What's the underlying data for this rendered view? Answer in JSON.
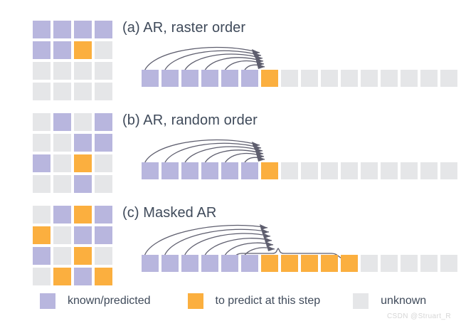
{
  "figure": {
    "watermark": "CSDN @Struart_R",
    "colors": {
      "known": "#b8b6de",
      "predict": "#fbaf3f",
      "unknown": "#e5e6e8",
      "text": "#3f4a5a",
      "arrow": "#5e5e6e"
    }
  },
  "panels": [
    {
      "id": "a",
      "title": "(a) AR, raster order",
      "grid": [
        [
          "known",
          "known",
          "known",
          "known"
        ],
        [
          "known",
          "known",
          "predict",
          "unknown"
        ],
        [
          "unknown",
          "unknown",
          "unknown",
          "unknown"
        ],
        [
          "unknown",
          "unknown",
          "unknown",
          "unknown"
        ]
      ],
      "sequence": [
        "known",
        "known",
        "known",
        "known",
        "known",
        "known",
        "predict",
        "unknown",
        "unknown",
        "unknown",
        "unknown",
        "unknown",
        "unknown",
        "unknown",
        "unknown",
        "unknown"
      ],
      "arrow_count": 6,
      "arrow_style": "converging-to-single-target"
    },
    {
      "id": "b",
      "title": "(b) AR, random order",
      "grid": [
        [
          "unknown",
          "known",
          "unknown",
          "known"
        ],
        [
          "unknown",
          "unknown",
          "known",
          "known"
        ],
        [
          "known",
          "unknown",
          "predict",
          "unknown"
        ],
        [
          "unknown",
          "unknown",
          "known",
          "unknown"
        ]
      ],
      "sequence": [
        "known",
        "known",
        "known",
        "known",
        "known",
        "known",
        "predict",
        "unknown",
        "unknown",
        "unknown",
        "unknown",
        "unknown",
        "unknown",
        "unknown",
        "unknown",
        "unknown"
      ],
      "arrow_count": 6,
      "arrow_style": "converging-to-single-target"
    },
    {
      "id": "c",
      "title": "(c) Masked AR",
      "grid": [
        [
          "unknown",
          "known",
          "predict",
          "known"
        ],
        [
          "predict",
          "unknown",
          "known",
          "known"
        ],
        [
          "known",
          "unknown",
          "predict",
          "unknown"
        ],
        [
          "unknown",
          "predict",
          "known",
          "predict"
        ]
      ],
      "sequence": [
        "known",
        "known",
        "known",
        "known",
        "known",
        "known",
        "predict",
        "predict",
        "predict",
        "predict",
        "predict",
        "unknown",
        "unknown",
        "unknown",
        "unknown",
        "unknown"
      ],
      "arrow_count": 6,
      "arrow_style": "converging-to-brace-over-group"
    }
  ],
  "legend": {
    "items": [
      {
        "key": "known",
        "label": "known/predicted"
      },
      {
        "key": "predict",
        "label": "to predict at this step"
      },
      {
        "key": "unknown",
        "label": "unknown"
      }
    ]
  }
}
